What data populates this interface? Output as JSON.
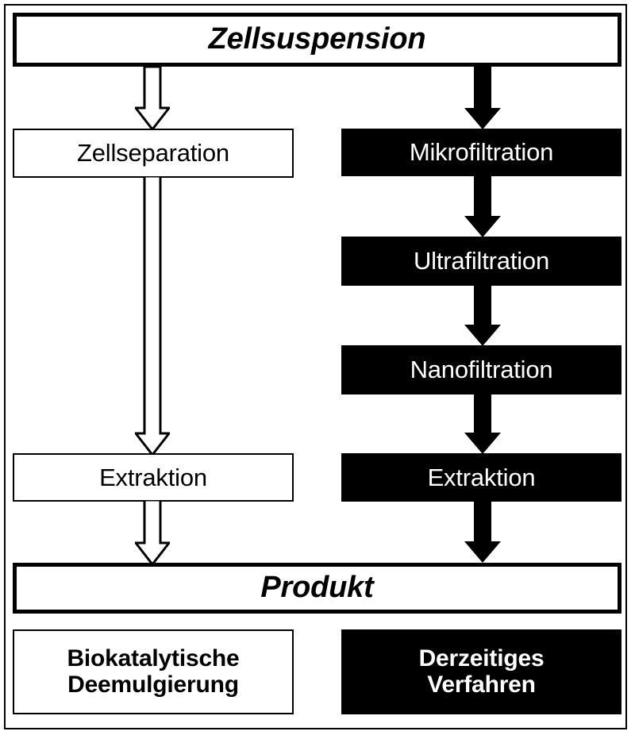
{
  "diagram": {
    "title_box": {
      "label": "Zellsuspension"
    },
    "product_box": {
      "label": "Produkt"
    },
    "left_branch": {
      "steps": [
        {
          "label": "Zellseparation"
        },
        {
          "label": "Extraktion"
        }
      ]
    },
    "right_branch": {
      "steps": [
        {
          "label": "Mikrofiltration"
        },
        {
          "label": "Ultrafiltration"
        },
        {
          "label": "Nanofiltration"
        },
        {
          "label": "Extraktion"
        }
      ]
    },
    "legend": {
      "items": [
        {
          "label": "Biokatalytische\nDeemulgierung",
          "line1": "Biokatalytische",
          "line2": "Deemulgierung",
          "style": "outline"
        },
        {
          "label": "Derzeitiges\nVerfahren",
          "line1": "Derzeitiges",
          "line2": "Verfahren",
          "style": "filled"
        }
      ]
    },
    "arrows": {
      "left_style": "hollow-outline-arrow",
      "right_style": "solid-black-arrow"
    },
    "colors": {
      "stroke": "#000000",
      "fill_solid": "#000000",
      "fill_plain": "#ffffff",
      "text_on_solid": "#ffffff",
      "text_on_plain": "#000000"
    }
  }
}
